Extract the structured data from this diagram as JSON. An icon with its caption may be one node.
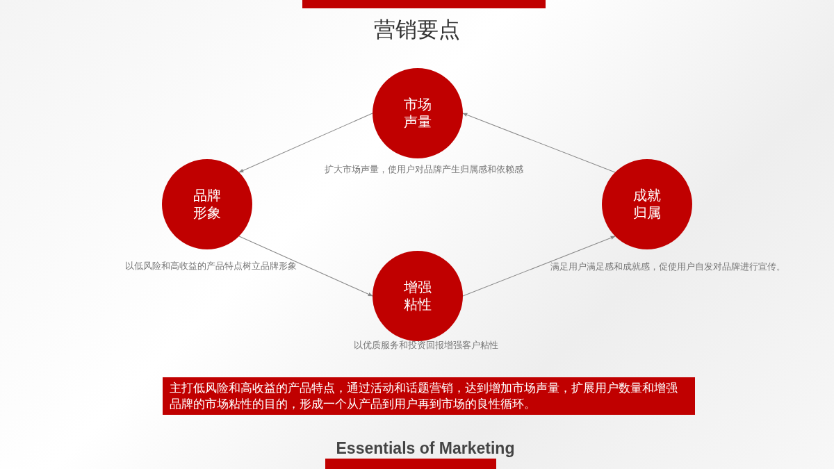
{
  "diagram": {
    "title": "营销要点",
    "nodes": [
      {
        "text": [
          "市场声量"
        ],
        "beside": [
          "扩大市场声量，使用户对品牌产生归属感和依赖感"
        ]
      },
      {
        "text": [
          "品牌形象"
        ],
        "beside": [
          "以低风险和高收益的产品特点树立品牌形象"
        ]
      },
      {
        "text": [
          "增强粘性"
        ],
        "beside": [
          "以优质服务和投资回报增强客户粘性"
        ]
      },
      {
        "text": [
          "成就归属"
        ],
        "beside": [
          "满足用户满足感和成就感，促使用户自发对品牌进行宣传。"
        ]
      },
      {
        "text": [
          "主打低风险和高收益的产品特点，通过活动和话题营销，达到增加市场声量，扩展用户数量和增强品牌的市场粘性的目的，形成一个从产品到用户再到市场的良性循环。"
        ]
      }
    ],
    "edges": [
      {
        "from": 0,
        "to": 1,
        "arrow": "to"
      },
      {
        "from": 1,
        "to": 2,
        "arrow": "to"
      },
      {
        "from": 2,
        "to": 3,
        "arrow": "to"
      },
      {
        "from": 3,
        "to": 0,
        "arrow": "to"
      }
    ],
    "labels": [
      "Essentials of Marketing"
    ]
  }
}
